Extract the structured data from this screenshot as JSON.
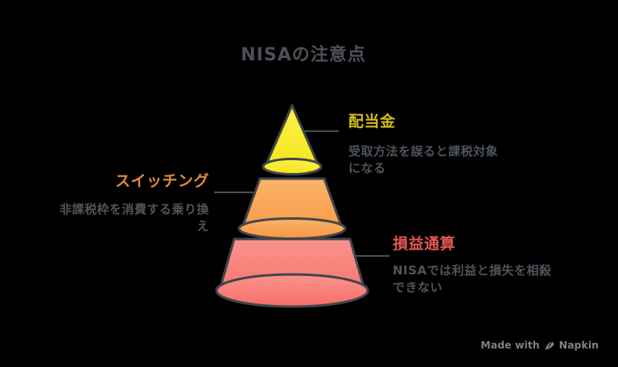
{
  "title": "NISAの注意点",
  "colors": {
    "background": "#000000",
    "outline": "#41464b",
    "connector": "#4a4f55",
    "title_text": "#4c5157",
    "description_text": "#4e545b",
    "watermark_text": "#7e8085"
  },
  "funnel": {
    "type": "pyramid",
    "levels": [
      {
        "id": "dividend",
        "label": "配当金",
        "label_color": "#d2bc1d",
        "description": "受取方法を誤ると課税対象\nになる",
        "fill_top": "#faf149",
        "fill_bottom": "#f6e51a",
        "label_side": "right"
      },
      {
        "id": "switching",
        "label": "スイッチング",
        "label_color": "#de8a3c",
        "description": "非課税枠を消費する乗り換\nえ",
        "fill_top": "#fbb368",
        "fill_bottom": "#f69743",
        "label_side": "left"
      },
      {
        "id": "loss-offset",
        "label": "損益通算",
        "label_color": "#e25754",
        "description": "NISAでは利益と損失を相殺\nできない",
        "fill_top": "#fb938d",
        "fill_bottom": "#f66e69",
        "label_side": "right"
      }
    ]
  },
  "watermark": {
    "prefix": "Made with",
    "brand": "Napkin"
  }
}
